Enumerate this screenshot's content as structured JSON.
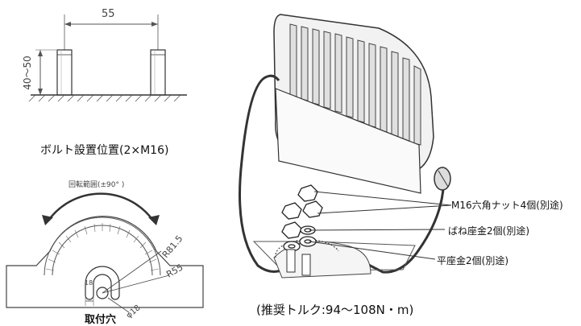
{
  "bolt_diagram": {
    "dimension_width": "55",
    "dimension_height": "40～50",
    "caption": "ボルト設置位置(2×M16)"
  },
  "mounting_hole": {
    "rotation_label": "回転範囲(±90° )",
    "r_outer": "R81.5",
    "r_inner": "R55",
    "diameter": "φ18",
    "slot_width": "18",
    "caption": "取付穴"
  },
  "hardware": {
    "nut_label": "M16六角ナット4個(別途)",
    "spring_washer_label": "ばね座金2個(別途)",
    "flat_washer_label": "平座金2個(別途)",
    "torque_note": "(推奨トルク:94～108N・m)"
  }
}
